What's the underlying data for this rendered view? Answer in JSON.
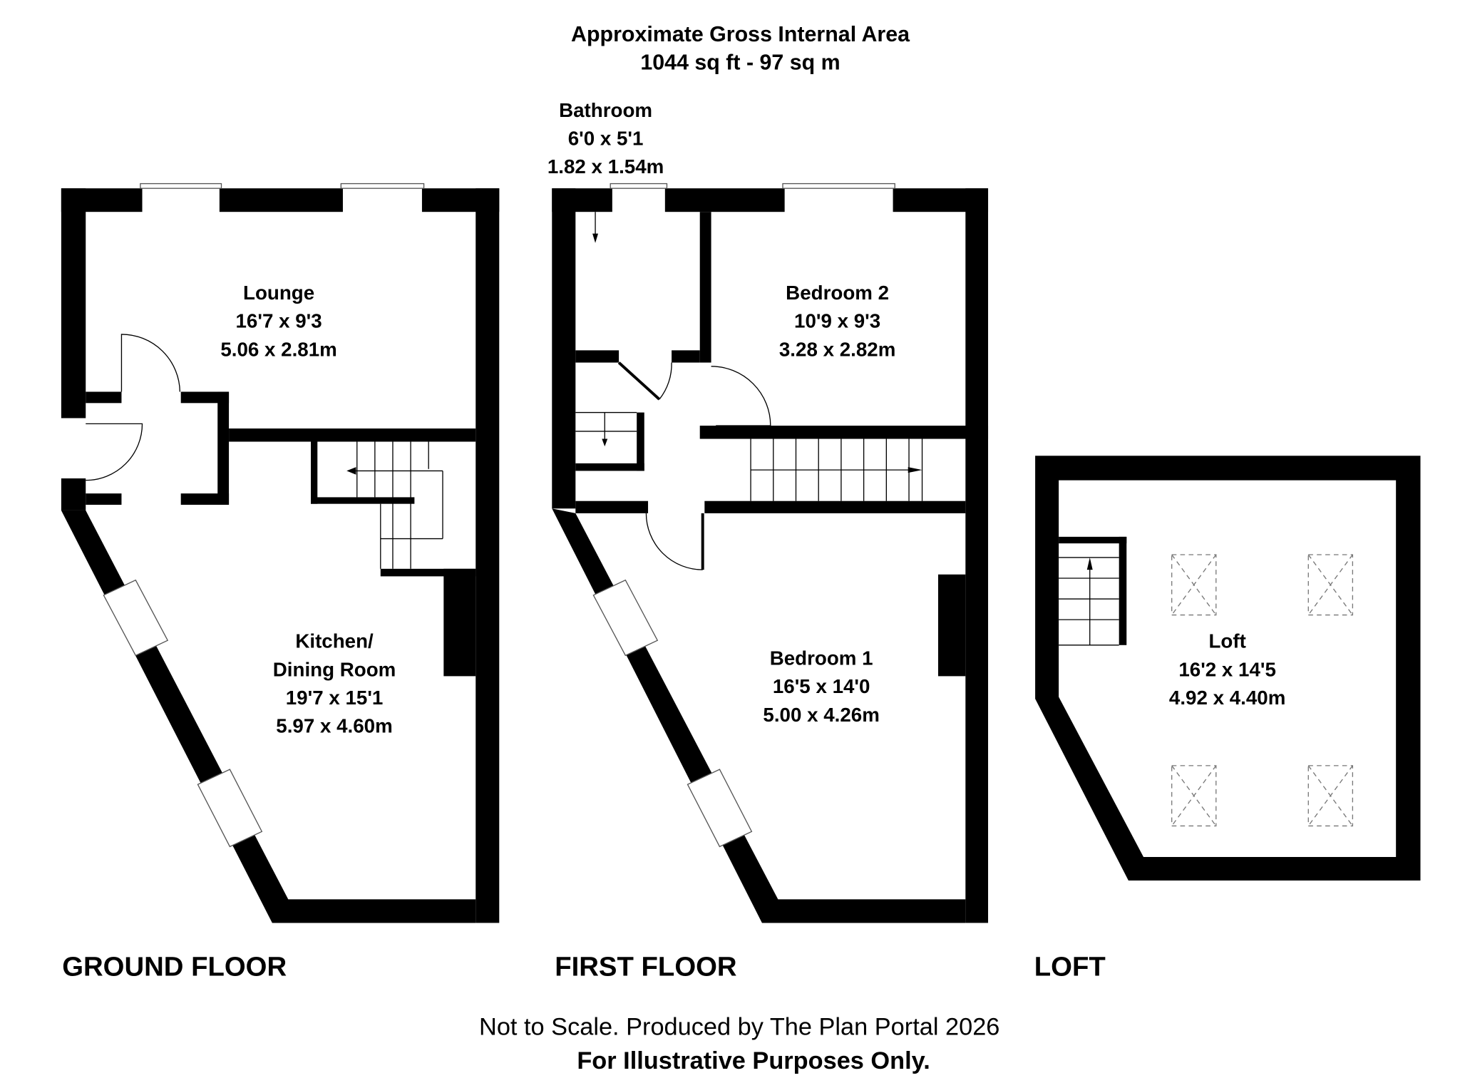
{
  "header": {
    "title": "Approximate Gross Internal Area",
    "area": "1044 sq ft - 97 sq m"
  },
  "floors": [
    {
      "name": "GROUND FLOOR",
      "rooms": [
        {
          "name": "Lounge",
          "imperial": "16'7 x 9'3",
          "metric": "5.06 x 2.81m"
        },
        {
          "name_line1": "Kitchen/",
          "name_line2": "Dining Room",
          "imperial": "19'7 x 15'1",
          "metric": "5.97 x 4.60m"
        }
      ]
    },
    {
      "name": "FIRST FLOOR",
      "rooms": [
        {
          "name": "Bathroom",
          "imperial": "6'0 x 5'1",
          "metric": "1.82 x 1.54m"
        },
        {
          "name": "Bedroom 2",
          "imperial": "10'9 x 9'3",
          "metric": "3.28 x 2.82m"
        },
        {
          "name": "Bedroom 1",
          "imperial": "16'5 x 14'0",
          "metric": "5.00 x 4.26m"
        }
      ]
    },
    {
      "name": "LOFT",
      "rooms": [
        {
          "name": "Loft",
          "imperial": "16'2 x 14'5",
          "metric": "4.92 x 4.40m"
        }
      ]
    }
  ],
  "footer": {
    "disclaimer": "Not to Scale. Produced by The Plan Portal 2026",
    "note": "For Illustrative Purposes Only."
  },
  "colors": {
    "wall": "#000000",
    "background": "#ffffff"
  }
}
